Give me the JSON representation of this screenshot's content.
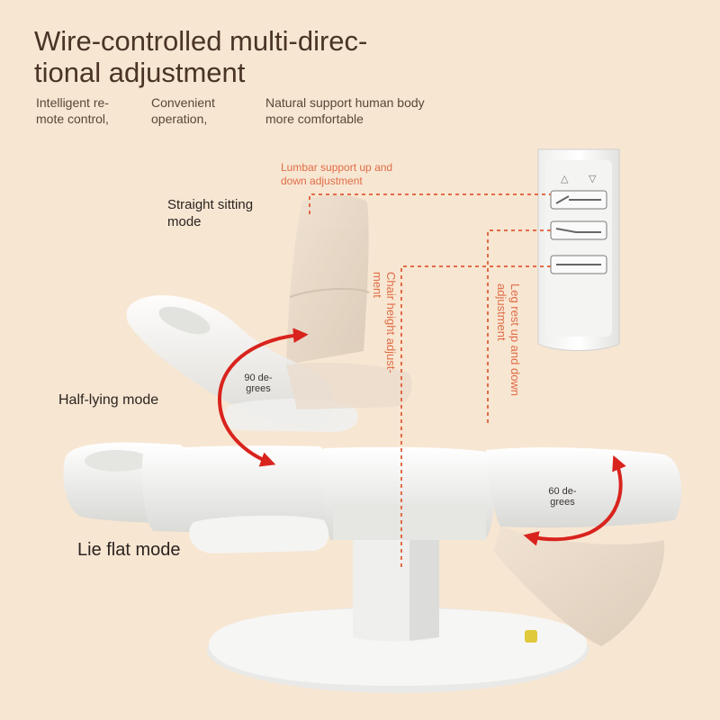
{
  "header": {
    "title_line1": "Wire-controlled multi-direc-",
    "title_line2": "tional adjustment"
  },
  "features": [
    {
      "line1": "Intelligent re-",
      "line2": "mote control,"
    },
    {
      "line1": "Convenient",
      "line2": "operation,"
    },
    {
      "line1": "Natural support human body",
      "line2": "more comfortable"
    }
  ],
  "modes": {
    "straight_line1": "Straight sitting",
    "straight_line2": "mode",
    "half": "Half-lying mode",
    "flat": "Lie flat mode"
  },
  "callouts": {
    "lumbar_line1": "Lumbar support up and",
    "lumbar_line2": "down adjustment",
    "chair_height": "Chair height adjust-\nment",
    "leg_rest": "Leg rest up and down\nadjustment"
  },
  "angles": {
    "a90_line1": "90 de-",
    "a90_line2": "grees",
    "a60_line1": "60 de-",
    "a60_line2": "grees"
  },
  "remote": {
    "up_symbol": "△",
    "down_symbol": "▽"
  },
  "colors": {
    "background": "#f7e6d2",
    "accent": "#e06d47",
    "arrow": "#d9231d",
    "headline": "#4a3426"
  }
}
